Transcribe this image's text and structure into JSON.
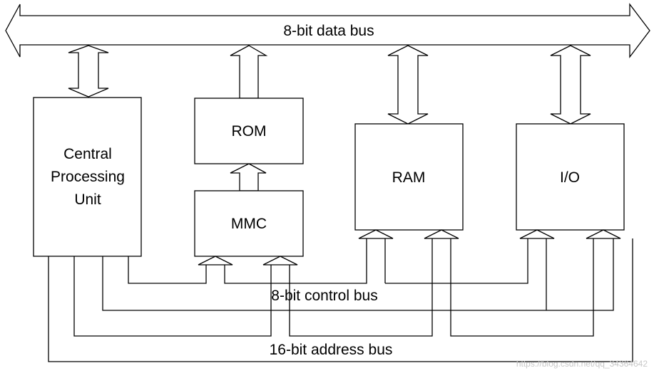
{
  "buses": {
    "data": "8-bit data bus",
    "control": "8-bit control bus",
    "address": "16-bit address bus"
  },
  "blocks": {
    "cpu": [
      "Central",
      "Processing",
      "Unit"
    ],
    "rom": "ROM",
    "mmc": "MMC",
    "ram": "RAM",
    "io": "I/O"
  },
  "watermark": "https://blog.csdn.net/qq_34364642"
}
